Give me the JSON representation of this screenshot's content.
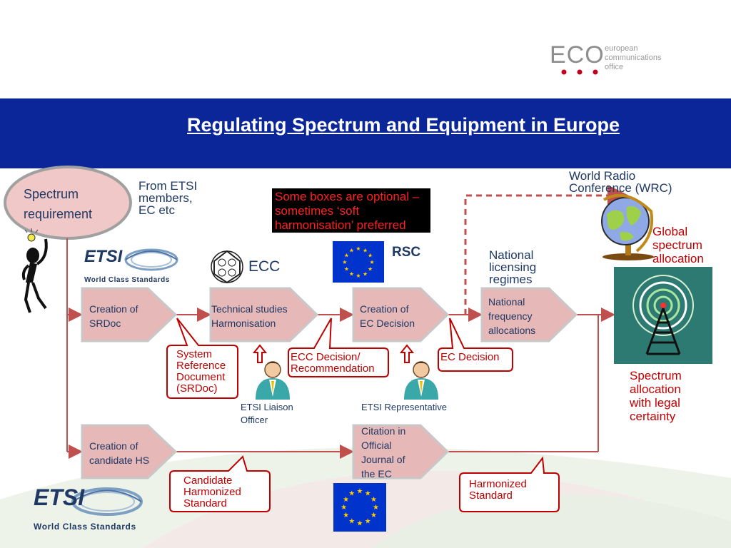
{
  "header": {
    "title": "Regulating Spectrum and Equipment in Europe",
    "org_logo_text": "ECO",
    "org_name_lines": [
      "european",
      "communications",
      "office"
    ]
  },
  "colors": {
    "header_band": "#0b2699",
    "process_box": "#e6b8b7",
    "arrow_red": "#c0504d",
    "callout_red": "#c00000",
    "text_navy": "#1f3864",
    "eu_blue": "#0033cc",
    "eu_gold": "#ffcc00"
  },
  "diagram": {
    "start": {
      "label_lines": [
        "Spectrum",
        "requirement"
      ],
      "source_lines": [
        "From ETSI",
        "members,",
        "EC etc"
      ]
    },
    "logos": {
      "etsi_word": "ETSI",
      "etsi_tagline": "World Class Standards",
      "ecc_label": "ECC",
      "rsc_label": "RSC"
    },
    "note_lines": [
      "Some boxes are optional –",
      "sometimes ‘soft",
      "harmonisation’ preferred"
    ],
    "upper_flow": [
      {
        "lines": [
          "Creation of",
          "SRDoc"
        ]
      },
      {
        "lines": [
          "Technical studies",
          "Harmonisation"
        ]
      },
      {
        "lines": [
          "Creation of",
          "EC Decision"
        ]
      },
      {
        "lines": [
          "National",
          "frequency",
          "allocations"
        ]
      }
    ],
    "lower_flow": [
      {
        "lines": [
          "Creation of",
          "candidate HS"
        ]
      },
      {
        "lines": [
          "Citation in",
          "Official",
          "Journal of",
          "the EC"
        ]
      }
    ],
    "callouts": {
      "srdoc": [
        "System",
        "Reference",
        "Document",
        "(SRDoc)"
      ],
      "ecc_decision": [
        "ECC Decision/",
        "Recommendation"
      ],
      "ec_decision": [
        "EC Decision"
      ],
      "candidate_hs": [
        "Candidate",
        "Harmonized",
        "Standard"
      ],
      "harmonized_standard": [
        "Harmonized",
        "Standard"
      ]
    },
    "people": {
      "liaison": [
        "ETSI Liaison",
        "Officer"
      ],
      "representative": "ETSI Representative"
    },
    "right": {
      "wrc_lines": [
        "World Radio",
        "Conference (WRC)"
      ],
      "national_lines": [
        "National",
        "licensing",
        "regimes"
      ],
      "global_lines": [
        "Global",
        "spectrum",
        "allocation"
      ],
      "outcome_lines": [
        "Spectrum",
        "allocation",
        "with legal",
        "certainty"
      ]
    }
  }
}
